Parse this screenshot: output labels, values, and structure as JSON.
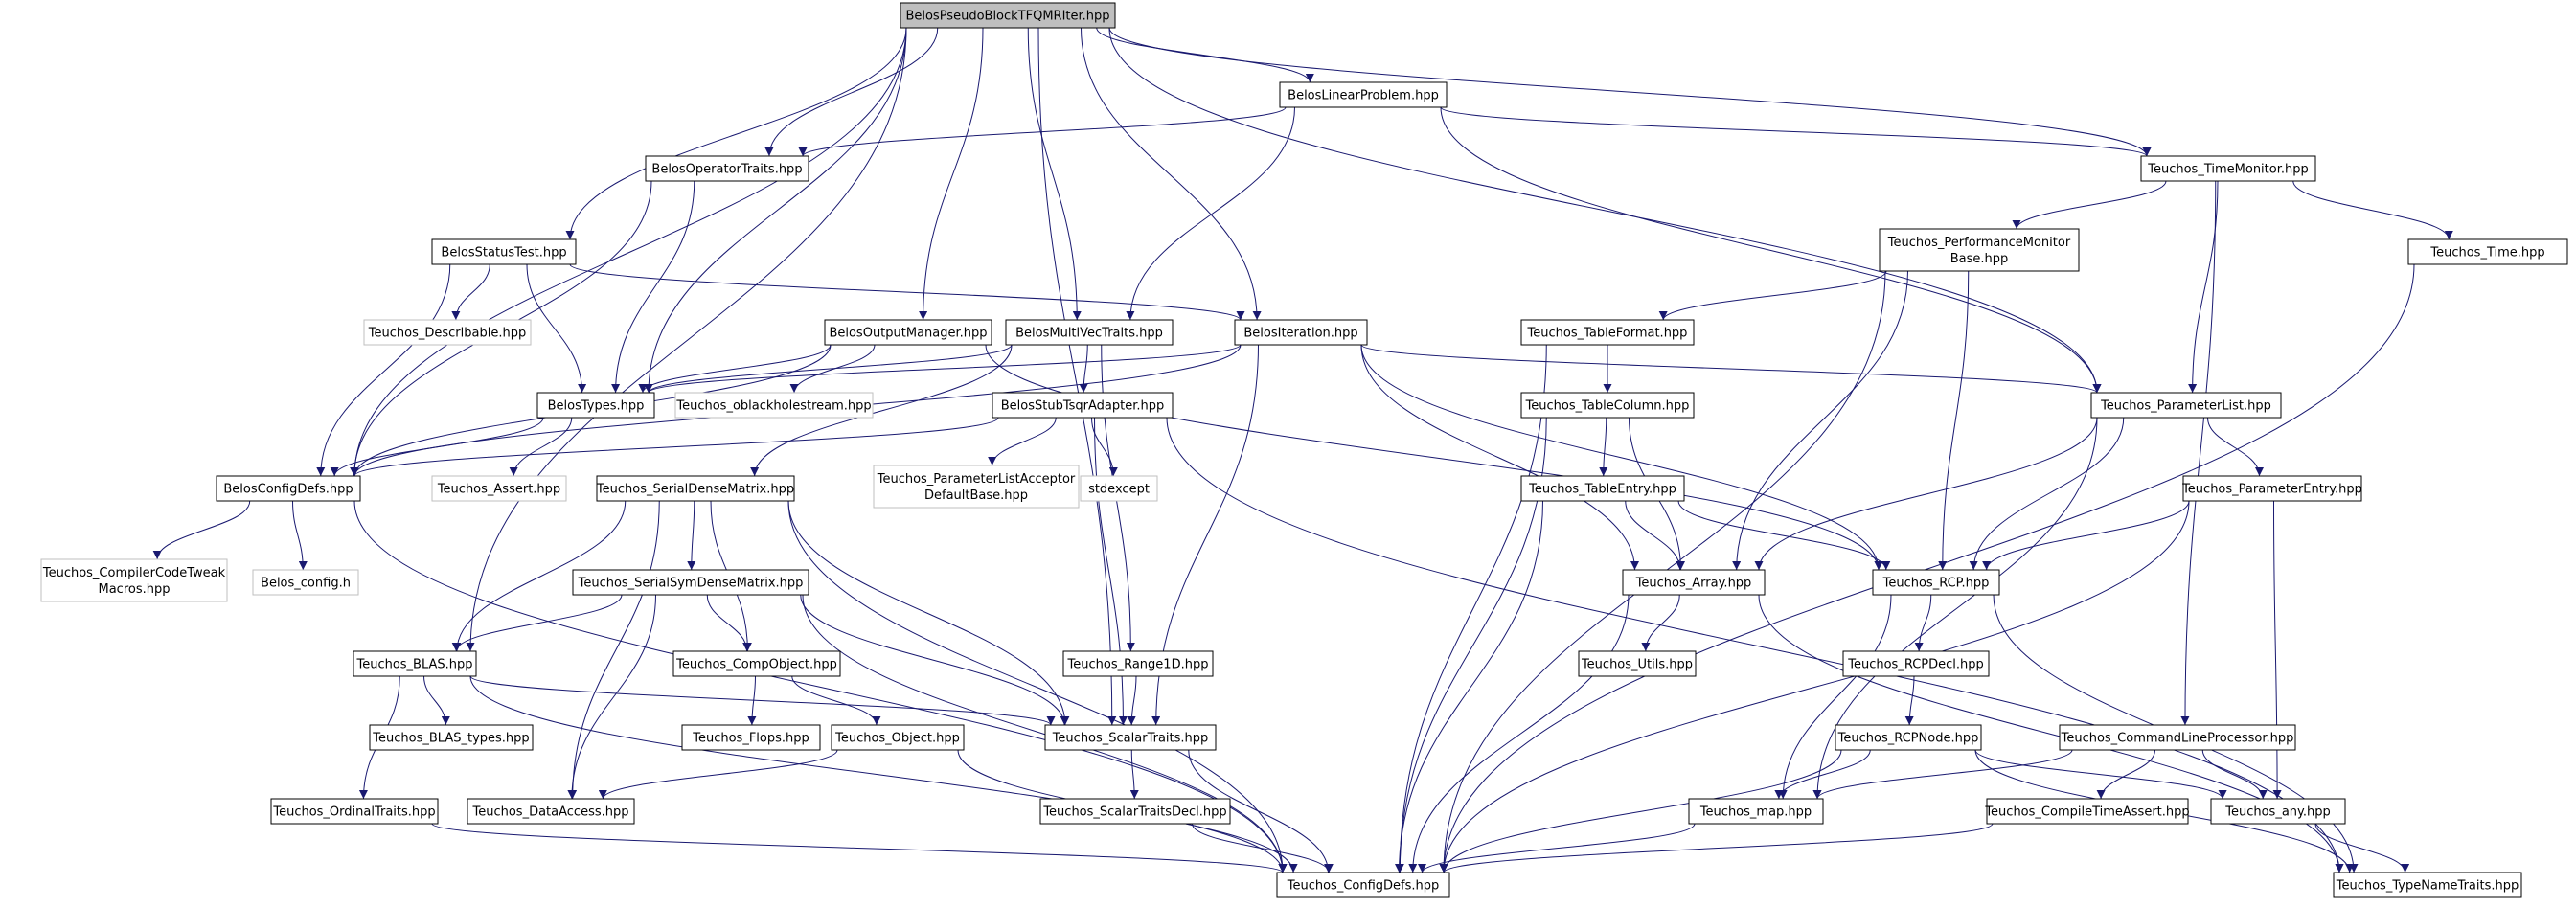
{
  "colors": {
    "edge": "#191970",
    "node_border": "#000000",
    "node_border_missing": "#bfbfbf",
    "root_fill": "#bfbfbf",
    "node_fill": "#ffffff"
  },
  "nodes": [
    {
      "id": "root",
      "label": "BelosPseudoBlockTFQMRIter.hpp",
      "style": "root"
    },
    {
      "id": "linprob",
      "label": "BelosLinearProblem.hpp",
      "style": "normal"
    },
    {
      "id": "optraits",
      "label": "BelosOperatorTraits.hpp",
      "style": "normal"
    },
    {
      "id": "timemon",
      "label": "Teuchos_TimeMonitor.hpp",
      "style": "normal"
    },
    {
      "id": "statustest",
      "label": "BelosStatusTest.hpp",
      "style": "normal"
    },
    {
      "id": "perfmon",
      "label": [
        "Teuchos_PerformanceMonitor",
        "Base.hpp"
      ],
      "style": "normal"
    },
    {
      "id": "ttime",
      "label": "Teuchos_Time.hpp",
      "style": "normal"
    },
    {
      "id": "describable",
      "label": "Teuchos_Describable.hpp",
      "style": "missing"
    },
    {
      "id": "outmgr",
      "label": "BelosOutputManager.hpp",
      "style": "normal"
    },
    {
      "id": "mvtraits",
      "label": "BelosMultiVecTraits.hpp",
      "style": "normal"
    },
    {
      "id": "iteration",
      "label": "BelosIteration.hpp",
      "style": "normal"
    },
    {
      "id": "tableformat",
      "label": "Teuchos_TableFormat.hpp",
      "style": "normal"
    },
    {
      "id": "belostypes",
      "label": "BelosTypes.hpp",
      "style": "normal"
    },
    {
      "id": "oblackhole",
      "label": "Teuchos_oblackholestream.hpp",
      "style": "missing"
    },
    {
      "id": "tsqr",
      "label": "BelosStubTsqrAdapter.hpp",
      "style": "normal"
    },
    {
      "id": "tablecolumn",
      "label": "Teuchos_TableColumn.hpp",
      "style": "normal"
    },
    {
      "id": "paramlist",
      "label": "Teuchos_ParameterList.hpp",
      "style": "normal"
    },
    {
      "id": "configdefs",
      "label": "BelosConfigDefs.hpp",
      "style": "normal"
    },
    {
      "id": "tassert",
      "label": "Teuchos_Assert.hpp",
      "style": "missing"
    },
    {
      "id": "serialdense",
      "label": "Teuchos_SerialDenseMatrix.hpp",
      "style": "normal"
    },
    {
      "id": "placcept",
      "label": [
        "Teuchos_ParameterListAcceptor",
        "DefaultBase.hpp"
      ],
      "style": "missing"
    },
    {
      "id": "stdexcept",
      "label": "stdexcept",
      "style": "missing"
    },
    {
      "id": "tableentry",
      "label": "Teuchos_TableEntry.hpp",
      "style": "normal"
    },
    {
      "id": "paramentry",
      "label": "Teuchos_ParameterEntry.hpp",
      "style": "normal"
    },
    {
      "id": "codetweak",
      "label": [
        "Teuchos_CompilerCodeTweak",
        "Macros.hpp"
      ],
      "style": "missing"
    },
    {
      "id": "belosconfig",
      "label": "Belos_config.h",
      "style": "missing"
    },
    {
      "id": "serialsym",
      "label": "Teuchos_SerialSymDenseMatrix.hpp",
      "style": "normal"
    },
    {
      "id": "tarray",
      "label": "Teuchos_Array.hpp",
      "style": "normal"
    },
    {
      "id": "rcp",
      "label": "Teuchos_RCP.hpp",
      "style": "normal"
    },
    {
      "id": "blas",
      "label": "Teuchos_BLAS.hpp",
      "style": "normal"
    },
    {
      "id": "compobject",
      "label": "Teuchos_CompObject.hpp",
      "style": "normal"
    },
    {
      "id": "range1d",
      "label": "Teuchos_Range1D.hpp",
      "style": "normal"
    },
    {
      "id": "utils",
      "label": "Teuchos_Utils.hpp",
      "style": "normal"
    },
    {
      "id": "rcpdecl",
      "label": "Teuchos_RCPDecl.hpp",
      "style": "normal"
    },
    {
      "id": "blastypes",
      "label": "Teuchos_BLAS_types.hpp",
      "style": "normal"
    },
    {
      "id": "flops",
      "label": "Teuchos_Flops.hpp",
      "style": "normal"
    },
    {
      "id": "tobject",
      "label": "Teuchos_Object.hpp",
      "style": "normal"
    },
    {
      "id": "scalartraits",
      "label": "Teuchos_ScalarTraits.hpp",
      "style": "normal"
    },
    {
      "id": "rcpnode",
      "label": "Teuchos_RCPNode.hpp",
      "style": "normal"
    },
    {
      "id": "cmdline",
      "label": "Teuchos_CommandLineProcessor.hpp",
      "style": "normal"
    },
    {
      "id": "ordinaltraits",
      "label": "Teuchos_OrdinalTraits.hpp",
      "style": "normal"
    },
    {
      "id": "dataaccess",
      "label": "Teuchos_DataAccess.hpp",
      "style": "normal"
    },
    {
      "id": "scalardecl",
      "label": "Teuchos_ScalarTraitsDecl.hpp",
      "style": "normal"
    },
    {
      "id": "tmap",
      "label": "Teuchos_map.hpp",
      "style": "normal"
    },
    {
      "id": "compiletime",
      "label": "Teuchos_CompileTimeAssert.hpp",
      "style": "normal"
    },
    {
      "id": "tany",
      "label": "Teuchos_any.hpp",
      "style": "normal"
    },
    {
      "id": "tconfigdefs",
      "label": "Teuchos_ConfigDefs.hpp",
      "style": "normal"
    },
    {
      "id": "typenametraits",
      "label": "Teuchos_TypeNameTraits.hpp",
      "style": "normal"
    }
  ],
  "edges": [
    [
      "root",
      "linprob"
    ],
    [
      "root",
      "optraits"
    ],
    [
      "root",
      "timemon"
    ],
    [
      "root",
      "statustest"
    ],
    [
      "root",
      "outmgr"
    ],
    [
      "root",
      "mvtraits"
    ],
    [
      "root",
      "iteration"
    ],
    [
      "root",
      "belostypes"
    ],
    [
      "root",
      "paramlist"
    ],
    [
      "root",
      "configdefs"
    ],
    [
      "root",
      "blas"
    ],
    [
      "root",
      "scalartraits"
    ],
    [
      "linprob",
      "optraits"
    ],
    [
      "linprob",
      "timemon"
    ],
    [
      "linprob",
      "mvtraits"
    ],
    [
      "linprob",
      "paramlist"
    ],
    [
      "optraits",
      "configdefs"
    ],
    [
      "optraits",
      "belostypes"
    ],
    [
      "timemon",
      "perfmon"
    ],
    [
      "timemon",
      "ttime"
    ],
    [
      "timemon",
      "paramlist"
    ],
    [
      "timemon",
      "cmdline"
    ],
    [
      "statustest",
      "describable"
    ],
    [
      "statustest",
      "configdefs"
    ],
    [
      "statustest",
      "belostypes"
    ],
    [
      "statustest",
      "iteration"
    ],
    [
      "perfmon",
      "tableformat"
    ],
    [
      "perfmon",
      "tarray"
    ],
    [
      "perfmon",
      "rcp"
    ],
    [
      "perfmon",
      "tconfigdefs"
    ],
    [
      "ttime",
      "tconfigdefs"
    ],
    [
      "outmgr",
      "belostypes"
    ],
    [
      "outmgr",
      "oblackhole"
    ],
    [
      "outmgr",
      "configdefs"
    ],
    [
      "outmgr",
      "rcp"
    ],
    [
      "mvtraits",
      "belostypes"
    ],
    [
      "mvtraits",
      "tsqr"
    ],
    [
      "mvtraits",
      "serialdense"
    ],
    [
      "mvtraits",
      "range1d"
    ],
    [
      "iteration",
      "belostypes"
    ],
    [
      "iteration",
      "configdefs"
    ],
    [
      "iteration",
      "paramlist"
    ],
    [
      "iteration",
      "tarray"
    ],
    [
      "iteration",
      "rcp"
    ],
    [
      "iteration",
      "scalartraits"
    ],
    [
      "tableformat",
      "tablecolumn"
    ],
    [
      "tableformat",
      "tconfigdefs"
    ],
    [
      "belostypes",
      "configdefs"
    ],
    [
      "belostypes",
      "tassert"
    ],
    [
      "tsqr",
      "configdefs"
    ],
    [
      "tsqr",
      "placcept"
    ],
    [
      "tsqr",
      "stdexcept"
    ],
    [
      "tsqr",
      "scalartraits"
    ],
    [
      "tsqr",
      "typenametraits"
    ],
    [
      "tablecolumn",
      "tableentry"
    ],
    [
      "tablecolumn",
      "tarray"
    ],
    [
      "tablecolumn",
      "tconfigdefs"
    ],
    [
      "paramlist",
      "paramentry"
    ],
    [
      "paramlist",
      "tarray"
    ],
    [
      "paramlist",
      "rcp"
    ],
    [
      "paramlist",
      "tmap"
    ],
    [
      "configdefs",
      "codetweak"
    ],
    [
      "configdefs",
      "belosconfig"
    ],
    [
      "configdefs",
      "tconfigdefs"
    ],
    [
      "serialdense",
      "serialsym"
    ],
    [
      "serialdense",
      "blas"
    ],
    [
      "serialdense",
      "compobject"
    ],
    [
      "serialdense",
      "dataaccess"
    ],
    [
      "serialdense",
      "scalartraits"
    ],
    [
      "serialdense",
      "tconfigdefs"
    ],
    [
      "tableentry",
      "tarray"
    ],
    [
      "tableentry",
      "rcp"
    ],
    [
      "tableentry",
      "tconfigdefs"
    ],
    [
      "paramentry",
      "rcp"
    ],
    [
      "paramentry",
      "tany"
    ],
    [
      "paramentry",
      "tconfigdefs"
    ],
    [
      "serialsym",
      "blas"
    ],
    [
      "serialsym",
      "compobject"
    ],
    [
      "serialsym",
      "dataaccess"
    ],
    [
      "serialsym",
      "scalartraits"
    ],
    [
      "serialsym",
      "tconfigdefs"
    ],
    [
      "tarray",
      "utils"
    ],
    [
      "tarray",
      "tconfigdefs"
    ],
    [
      "tarray",
      "typenametraits"
    ],
    [
      "rcp",
      "rcpdecl"
    ],
    [
      "rcp",
      "tmap"
    ],
    [
      "rcp",
      "typenametraits"
    ],
    [
      "blas",
      "blastypes"
    ],
    [
      "blas",
      "ordinaltraits"
    ],
    [
      "blas",
      "scalartraits"
    ],
    [
      "blas",
      "tconfigdefs"
    ],
    [
      "compobject",
      "flops"
    ],
    [
      "compobject",
      "tobject"
    ],
    [
      "range1d",
      "scalartraits"
    ],
    [
      "rcpdecl",
      "rcpnode"
    ],
    [
      "tobject",
      "dataaccess"
    ],
    [
      "tobject",
      "tconfigdefs"
    ],
    [
      "scalartraits",
      "scalardecl"
    ],
    [
      "scalartraits",
      "tconfigdefs"
    ],
    [
      "rcpnode",
      "tmap"
    ],
    [
      "rcpnode",
      "tany"
    ],
    [
      "rcpnode",
      "tconfigdefs"
    ],
    [
      "rcpnode",
      "typenametraits"
    ],
    [
      "cmdline",
      "tmap"
    ],
    [
      "cmdline",
      "compiletime"
    ],
    [
      "cmdline",
      "tany"
    ],
    [
      "ordinaltraits",
      "tconfigdefs"
    ],
    [
      "scalardecl",
      "tconfigdefs"
    ],
    [
      "tmap",
      "tconfigdefs"
    ],
    [
      "compiletime",
      "tconfigdefs"
    ],
    [
      "tany",
      "typenametraits"
    ]
  ]
}
